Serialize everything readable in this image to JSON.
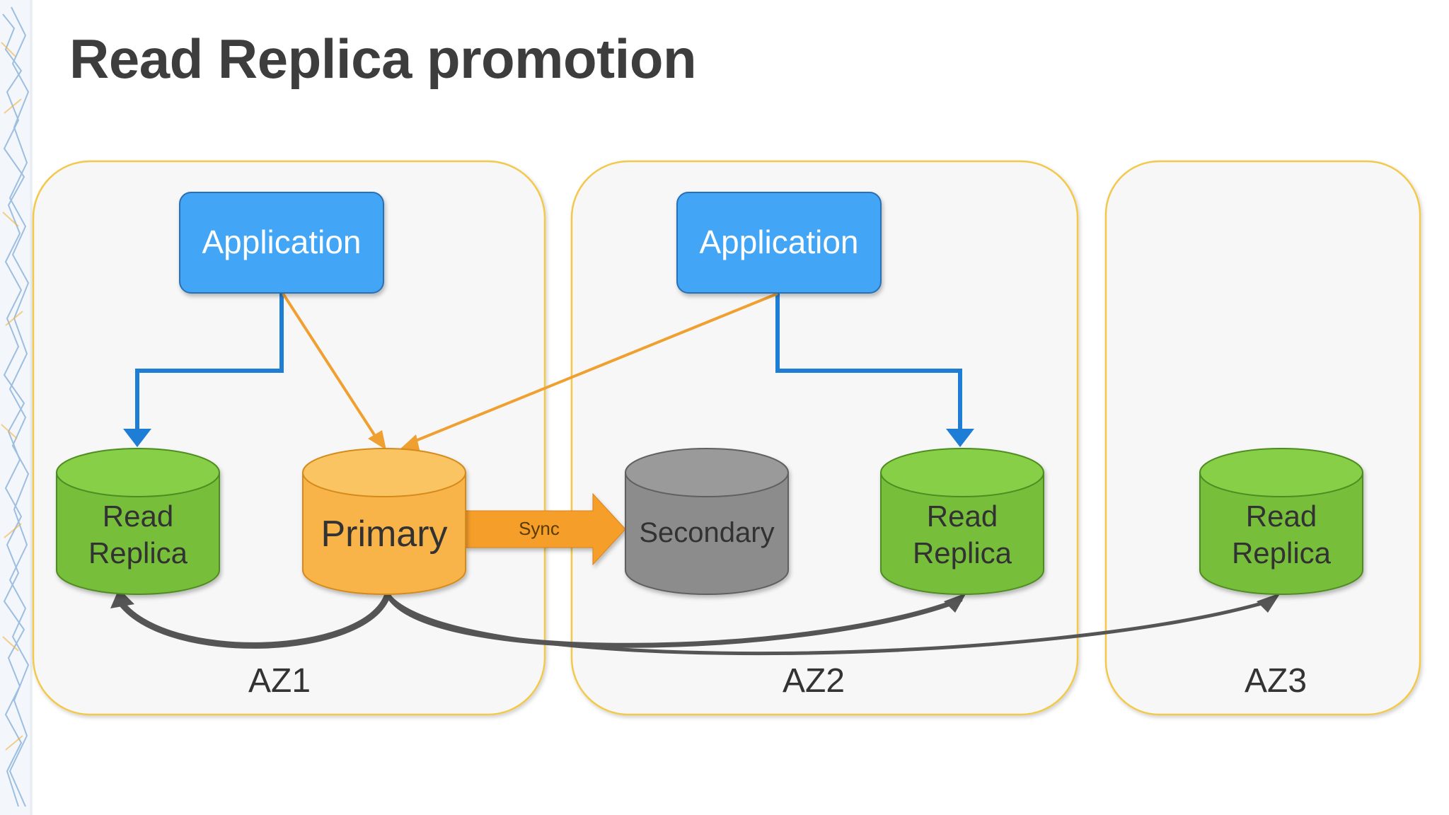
{
  "title": "Read Replica promotion",
  "zones": [
    {
      "id": "az1",
      "label": "AZ1"
    },
    {
      "id": "az2",
      "label": "AZ2"
    },
    {
      "id": "az3",
      "label": "AZ3"
    }
  ],
  "applications": [
    {
      "id": "app-az1",
      "label": "Application"
    },
    {
      "id": "app-az2",
      "label": "Application"
    }
  ],
  "databases": [
    {
      "id": "read-replica-az1",
      "lines": [
        "Read",
        "Replica"
      ],
      "role": "read-replica"
    },
    {
      "id": "primary",
      "lines": [
        "Primary"
      ],
      "role": "primary"
    },
    {
      "id": "secondary",
      "lines": [
        "Secondary"
      ],
      "role": "secondary"
    },
    {
      "id": "read-replica-az2",
      "lines": [
        "Read",
        "Replica"
      ],
      "role": "read-replica"
    },
    {
      "id": "read-replica-az3",
      "lines": [
        "Read",
        "Replica"
      ],
      "role": "read-replica"
    }
  ],
  "sync": {
    "label": "Sync"
  },
  "colors": {
    "title": "#3d3d3d",
    "zone_border": "#f2c94c",
    "zone_fill": "#f7f7f8",
    "application": "#42a5f5",
    "application_border": "#2b6fb4",
    "read_replica": "#77bf3a",
    "primary": "#f8b34a",
    "secondary": "#8c8c8c",
    "blue_arrow": "#1e7ed6",
    "orange_arrow": "#f0a030",
    "replication_arrow": "#555555"
  }
}
